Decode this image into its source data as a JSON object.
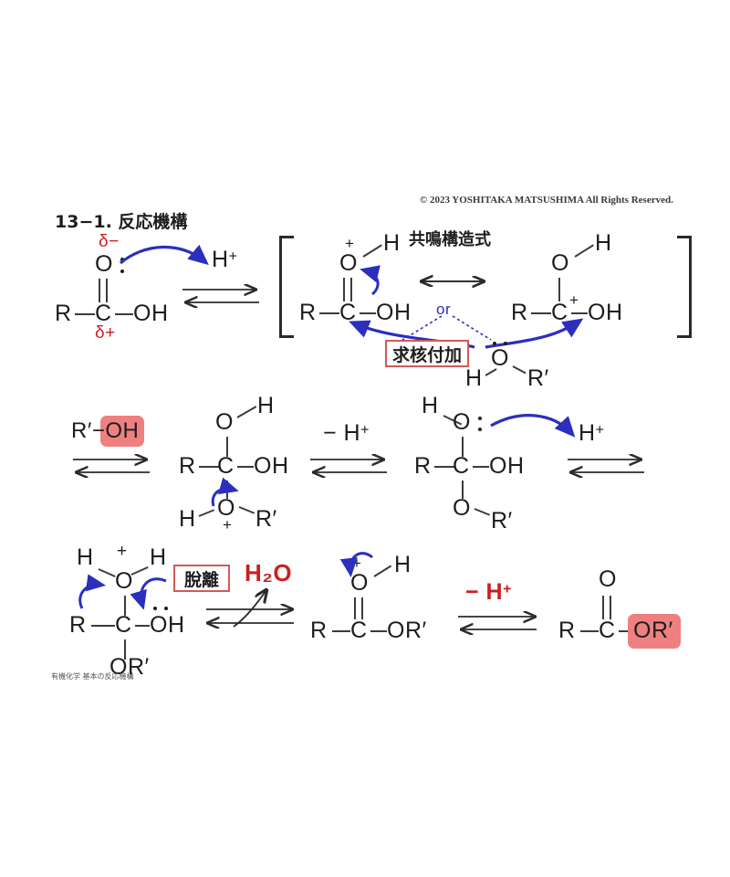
{
  "page": {
    "title": "13−1. 反応機構",
    "copyright": "© 2023 YOSHITAKA MATSUSHIMA All Rights Reserved.",
    "watermark": "有機化学 基本の反応機構",
    "background": "#ffffff"
  },
  "colors": {
    "ink": "#1d1d1d",
    "bond": "#3b3b3b",
    "red_text": "#cc1f1f",
    "blue_arrow": "#2b2fbe",
    "highlight_fill": "#ef8080",
    "box_border": "#d05a5a"
  },
  "headings": {
    "resonance": "共鳴構造式"
  },
  "annotations": {
    "nucleophilic_addition": "求核付加",
    "elimination": "脫離",
    "or_label": "or"
  },
  "row1": {
    "reactant": {
      "delta_minus": "δ−",
      "delta_plus": "δ+",
      "o_top": "O",
      "r": "R",
      "c": "C",
      "oh": "OH"
    },
    "reagent": "H",
    "reagent_charge": "+",
    "resonance_left": {
      "charge": "+",
      "o": "O",
      "h": "H",
      "r": "R",
      "c": "C",
      "oh": "OH"
    },
    "resonance_right": {
      "charge": "+",
      "o": "O",
      "h": "H",
      "r": "R",
      "c": "C",
      "oh": "OH"
    },
    "nucleophile": {
      "o": "O",
      "h": "H",
      "rprime": "R′"
    }
  },
  "row2": {
    "reagent_left": "R′−OH",
    "reagent_left_highlight": "OH",
    "intermediate_a": {
      "h_top": "H",
      "o_top": "O",
      "r": "R",
      "c": "C",
      "oh": "OH",
      "o_bottom": "O",
      "charge": "+",
      "h_bottom": "H",
      "rprime": "R′"
    },
    "label_minus_h": "− H",
    "label_minus_h_charge": "+",
    "intermediate_b": {
      "h_top": "H",
      "o_top": "O",
      "r": "R",
      "c": "C",
      "oh": "OH",
      "o_bottom": "O",
      "rprime": "R′"
    },
    "reagent_right": "H",
    "reagent_right_charge": "+"
  },
  "row3": {
    "oxonium": {
      "h_left": "H",
      "charge": "+",
      "h_right": "H",
      "o_top": "O",
      "r": "R",
      "c": "C",
      "oh": "OH",
      "or_prime": "OR′"
    },
    "leaving_group": "H₂O",
    "protonated_ester": {
      "charge": "+",
      "o": "O",
      "h": "H",
      "r": "R",
      "c": "C",
      "or_prime": "OR′"
    },
    "label_minus_h": "− H",
    "label_minus_h_charge": "+",
    "product": {
      "o": "O",
      "r": "R",
      "c": "C",
      "or_prime": "OR′",
      "highlight": "OR′"
    }
  }
}
